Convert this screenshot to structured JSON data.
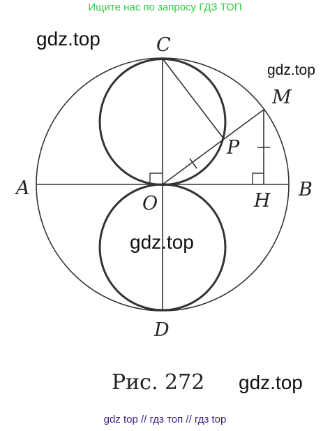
{
  "banner": "Ищите нас по запросу ГДЗ ТОП",
  "watermarks": [
    "gdz.top",
    "gdz.top",
    "gdz.top",
    "gdz.top"
  ],
  "caption": "Рис. 272",
  "footer": "gdz top  //  гдз топ  //  гдз top",
  "points": {
    "A": "A",
    "B": "B",
    "C": "C",
    "D": "D",
    "O": "O",
    "M": "M",
    "P": "P",
    "H": "H"
  },
  "colors": {
    "banner": "#2ecc40",
    "footer": "#3a1f8a",
    "lines": "#333333"
  }
}
